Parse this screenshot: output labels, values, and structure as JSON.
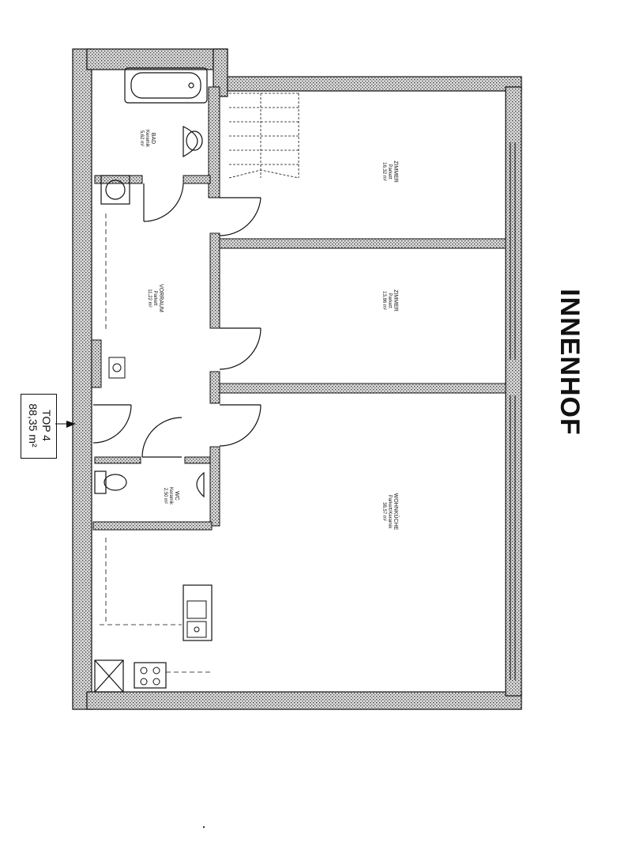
{
  "courtyard_label": "INNENHOF",
  "unit": {
    "name": "TOP 4",
    "area": "88,35 m²"
  },
  "rooms": [
    {
      "id": "bad",
      "name": "BAD",
      "floor": "Keramik",
      "area": "5,62 m²"
    },
    {
      "id": "zimmer1",
      "name": "ZIMMER",
      "floor": "Parkett",
      "area": "16,32 m²"
    },
    {
      "id": "vorraum",
      "name": "VORRAUM",
      "floor": "Parkett",
      "area": "11,22 m²"
    },
    {
      "id": "zimmer2",
      "name": "ZIMMER",
      "floor": "Parkett",
      "area": "13,86 m²"
    },
    {
      "id": "wc",
      "name": "WC",
      "floor": "Keramik",
      "area": "2,50 m²"
    },
    {
      "id": "wohnkueche",
      "name": "WOHNKÜCHE",
      "floor": "Parkett/Keramik",
      "area": "38,57 m²"
    }
  ],
  "colors": {
    "wall": "#1a1a1a",
    "hatch": "#8a8a8a",
    "background": "#ffffff"
  }
}
